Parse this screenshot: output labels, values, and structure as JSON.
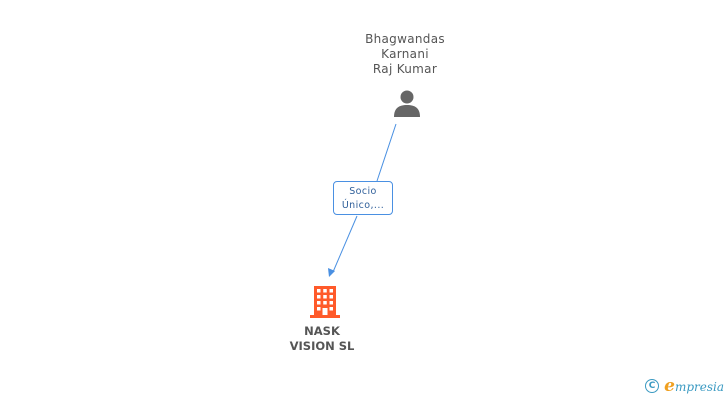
{
  "person": {
    "name_lines": [
      "Bhagwandas",
      "Karnani",
      "Raj Kumar"
    ],
    "icon": "person-icon"
  },
  "relation": {
    "label_lines": [
      "Socio",
      "Único,..."
    ]
  },
  "company": {
    "name_lines": [
      "NASK",
      "VISION SL"
    ],
    "icon": "building-icon"
  },
  "footer": {
    "copyright_symbol": "C",
    "brand_initial": "e",
    "brand_rest": "mpresia"
  },
  "colors": {
    "connector": "#4a90e2",
    "company_icon": "#ff5a2a",
    "person_icon": "#666666",
    "brand": "#3b9ac2",
    "brand_accent": "#f0a020"
  }
}
